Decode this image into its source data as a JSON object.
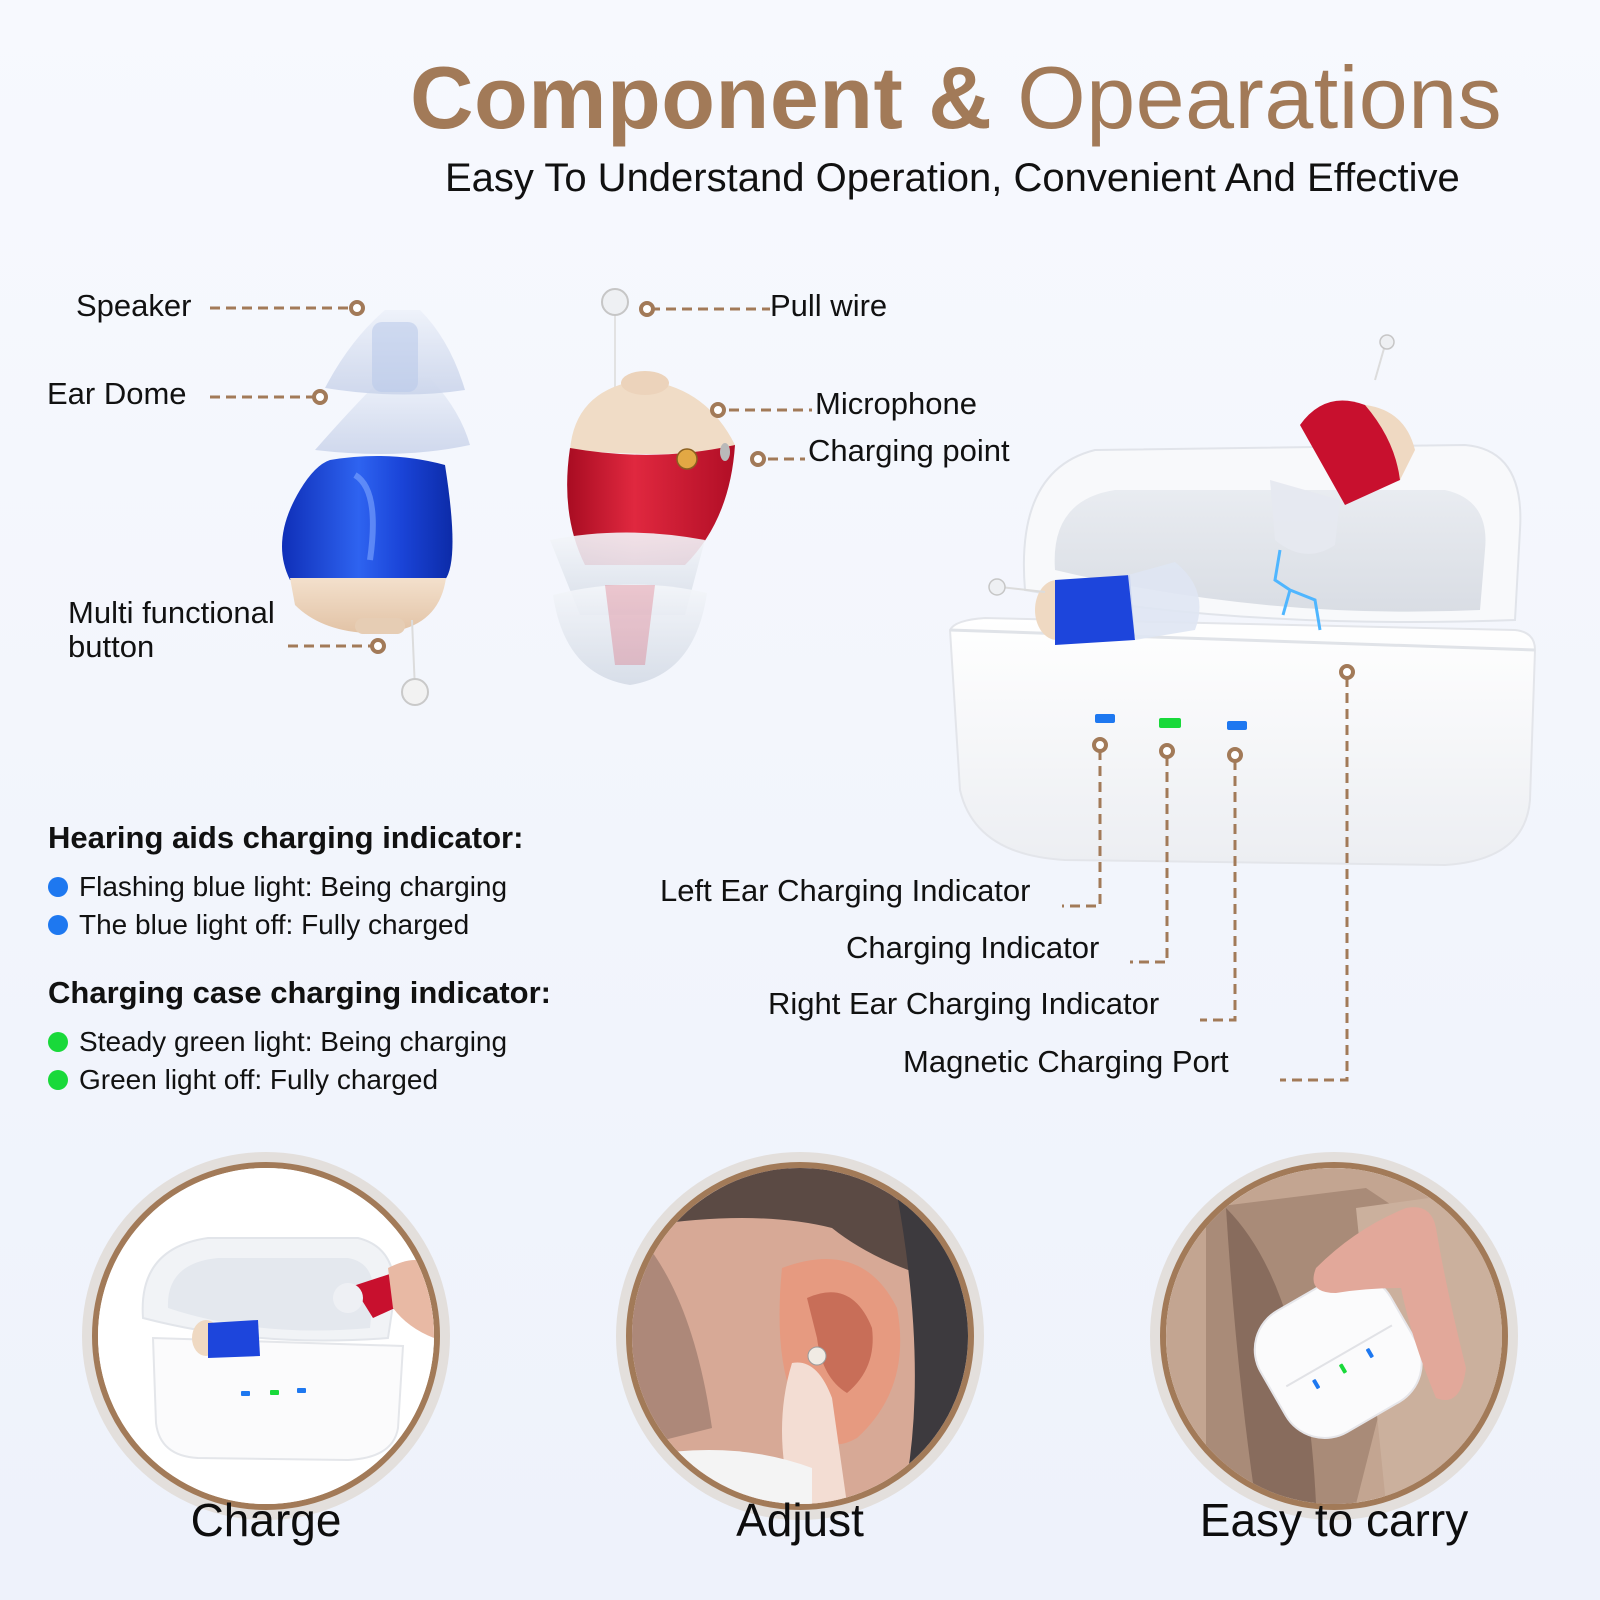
{
  "header": {
    "title_bold": "Component &",
    "title_light": "Opearations",
    "subtitle": "Easy To Understand Operation, Convenient And Effective"
  },
  "colors": {
    "accent_brown": "#a27a58",
    "background": "#f4f6fc",
    "blue_indicator": "#1e78f0",
    "green_indicator": "#19d93a",
    "hearing_aid_blue": "#1a3fd6",
    "hearing_aid_red": "#c8102e",
    "hearing_aid_beige": "#efd9c2"
  },
  "left_device_callouts": {
    "speaker": "Speaker",
    "ear_dome": "Ear Dome",
    "button_line1": "Multi functional",
    "button_line2": "button"
  },
  "right_device_callouts": {
    "pull_wire": "Pull wire",
    "microphone": "Microphone",
    "charging_point": "Charging point"
  },
  "case_callouts": {
    "left_ear": "Left Ear Charging Indicator",
    "charging": "Charging Indicator",
    "right_ear": "Right Ear Charging Indicator",
    "magnetic_port": "Magnetic Charging Port"
  },
  "legends": {
    "hearing_aids": {
      "title": "Hearing aids charging indicator:",
      "items": [
        {
          "color": "blue",
          "text": "Flashing blue light: Being charging"
        },
        {
          "color": "blue",
          "text": "The blue light off: Fully charged"
        }
      ]
    },
    "charging_case": {
      "title": "Charging case charging indicator:",
      "items": [
        {
          "color": "green",
          "text": "Steady green light: Being charging"
        },
        {
          "color": "green",
          "text": "Green light off: Fully charged"
        }
      ]
    }
  },
  "features": [
    {
      "caption": "Charge",
      "image": "hearing-aid-being-placed-in-charging-case"
    },
    {
      "caption": "Adjust",
      "image": "finger-adjusting-hearing-aid-in-ear"
    },
    {
      "caption": "Easy to carry",
      "image": "charging-case-put-in-jacket-pocket"
    }
  ]
}
